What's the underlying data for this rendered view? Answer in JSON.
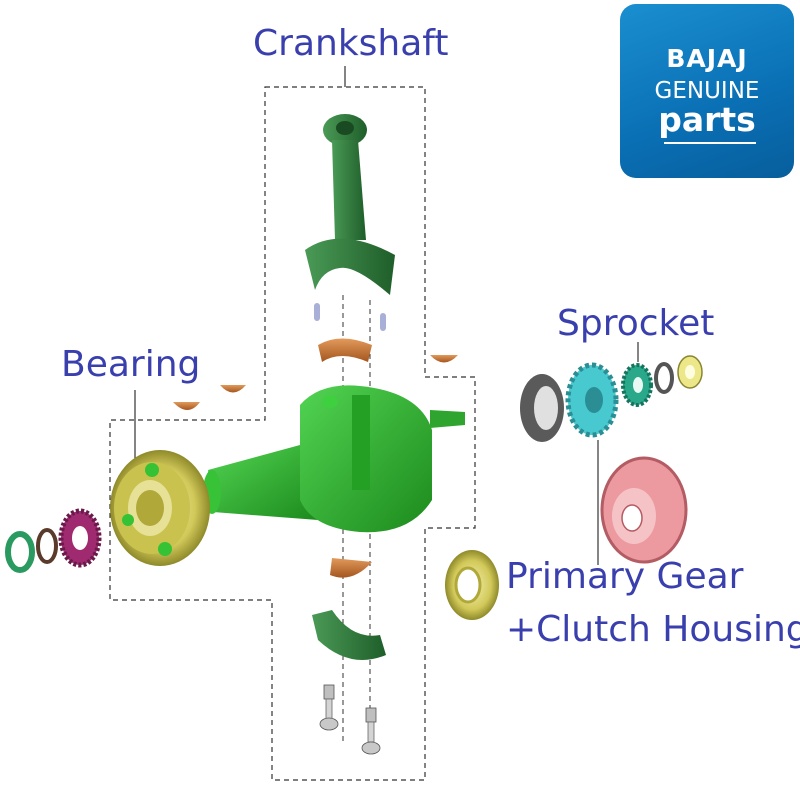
{
  "labels": {
    "crankshaft": "Crankshaft",
    "sprocket": "Sprocket",
    "bearing": "Bearing",
    "primary_gear": "Primary Gear",
    "clutch_housing": "+Clutch Housing"
  },
  "logo": {
    "brand": "BAJAJ",
    "line1": "GENUINE",
    "line2": "parts"
  },
  "colors": {
    "label_text": "#3a3fae",
    "crank_green": "#2fb52f",
    "rod_green": "#2f7a3a",
    "bearing_yellow": "#d9d36a",
    "shell_orange": "#c9743a",
    "gear_cyan": "#47c9cf",
    "sprocket_green": "#2aa88a",
    "clutch_pink": "#ec9aa0",
    "ring_magenta": "#9a2a6a",
    "logo_blue": "#0a75bd"
  }
}
